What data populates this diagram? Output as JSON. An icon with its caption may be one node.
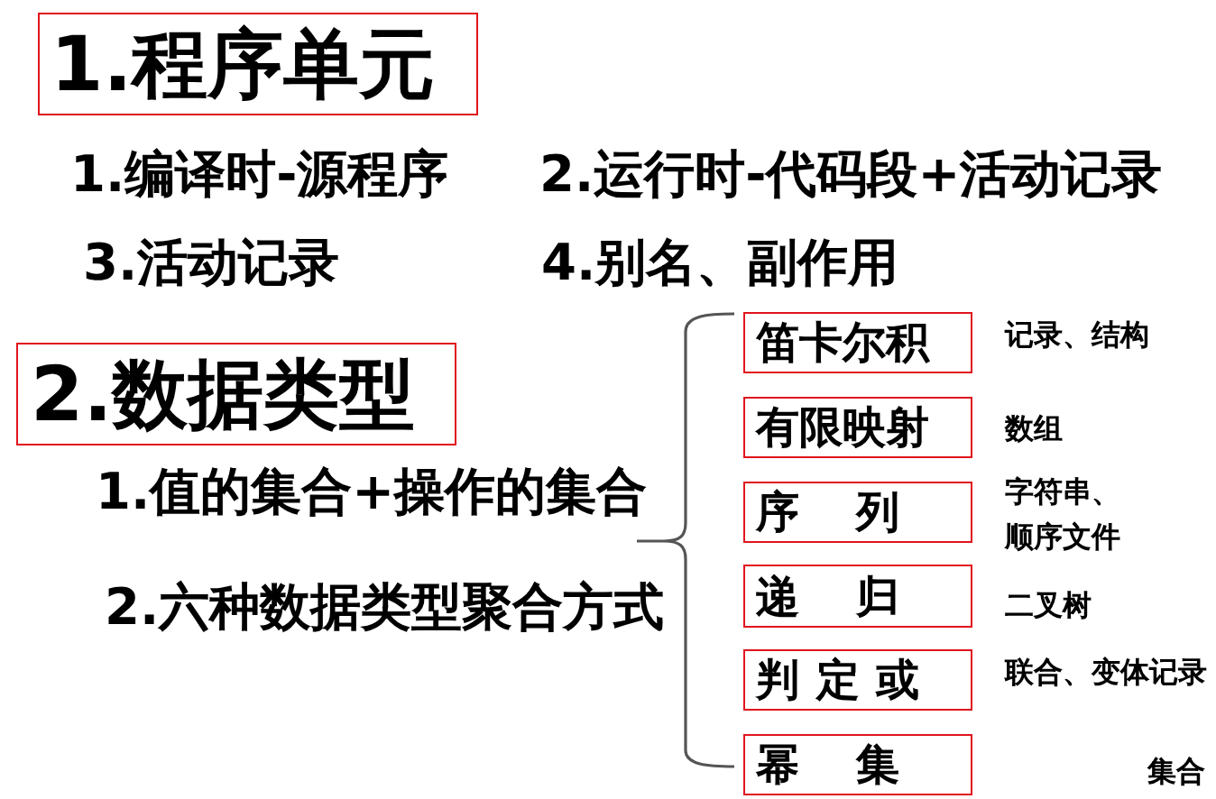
{
  "diagram": {
    "nodes": [
      {
        "text": [
          "1.程序单元"
        ]
      },
      {
        "text": [
          "2.数据类型"
        ]
      },
      {
        "text": [
          "笛卡尔积"
        ],
        "beside": [
          "记录、结构"
        ]
      },
      {
        "text": [
          "有限映射"
        ],
        "beside": [
          "数组"
        ]
      },
      {
        "text": [
          "序 列"
        ],
        "beside": [
          "字符串、顺序文件"
        ]
      },
      {
        "text": [
          "递 归"
        ],
        "beside": [
          "二叉树"
        ]
      },
      {
        "text": [
          "判 定 或"
        ],
        "beside": [
          "联合、变体记录"
        ]
      },
      {
        "text": [
          "幂 集"
        ]
      }
    ],
    "labels": [
      "1.编译时-源程序",
      "2.运行时-代码段+活动记录",
      "3.活动记录",
      "4.别名、副作用",
      "1.值的集合+操作的集合",
      "2.六种数据类型聚合方式",
      "集合"
    ]
  }
}
